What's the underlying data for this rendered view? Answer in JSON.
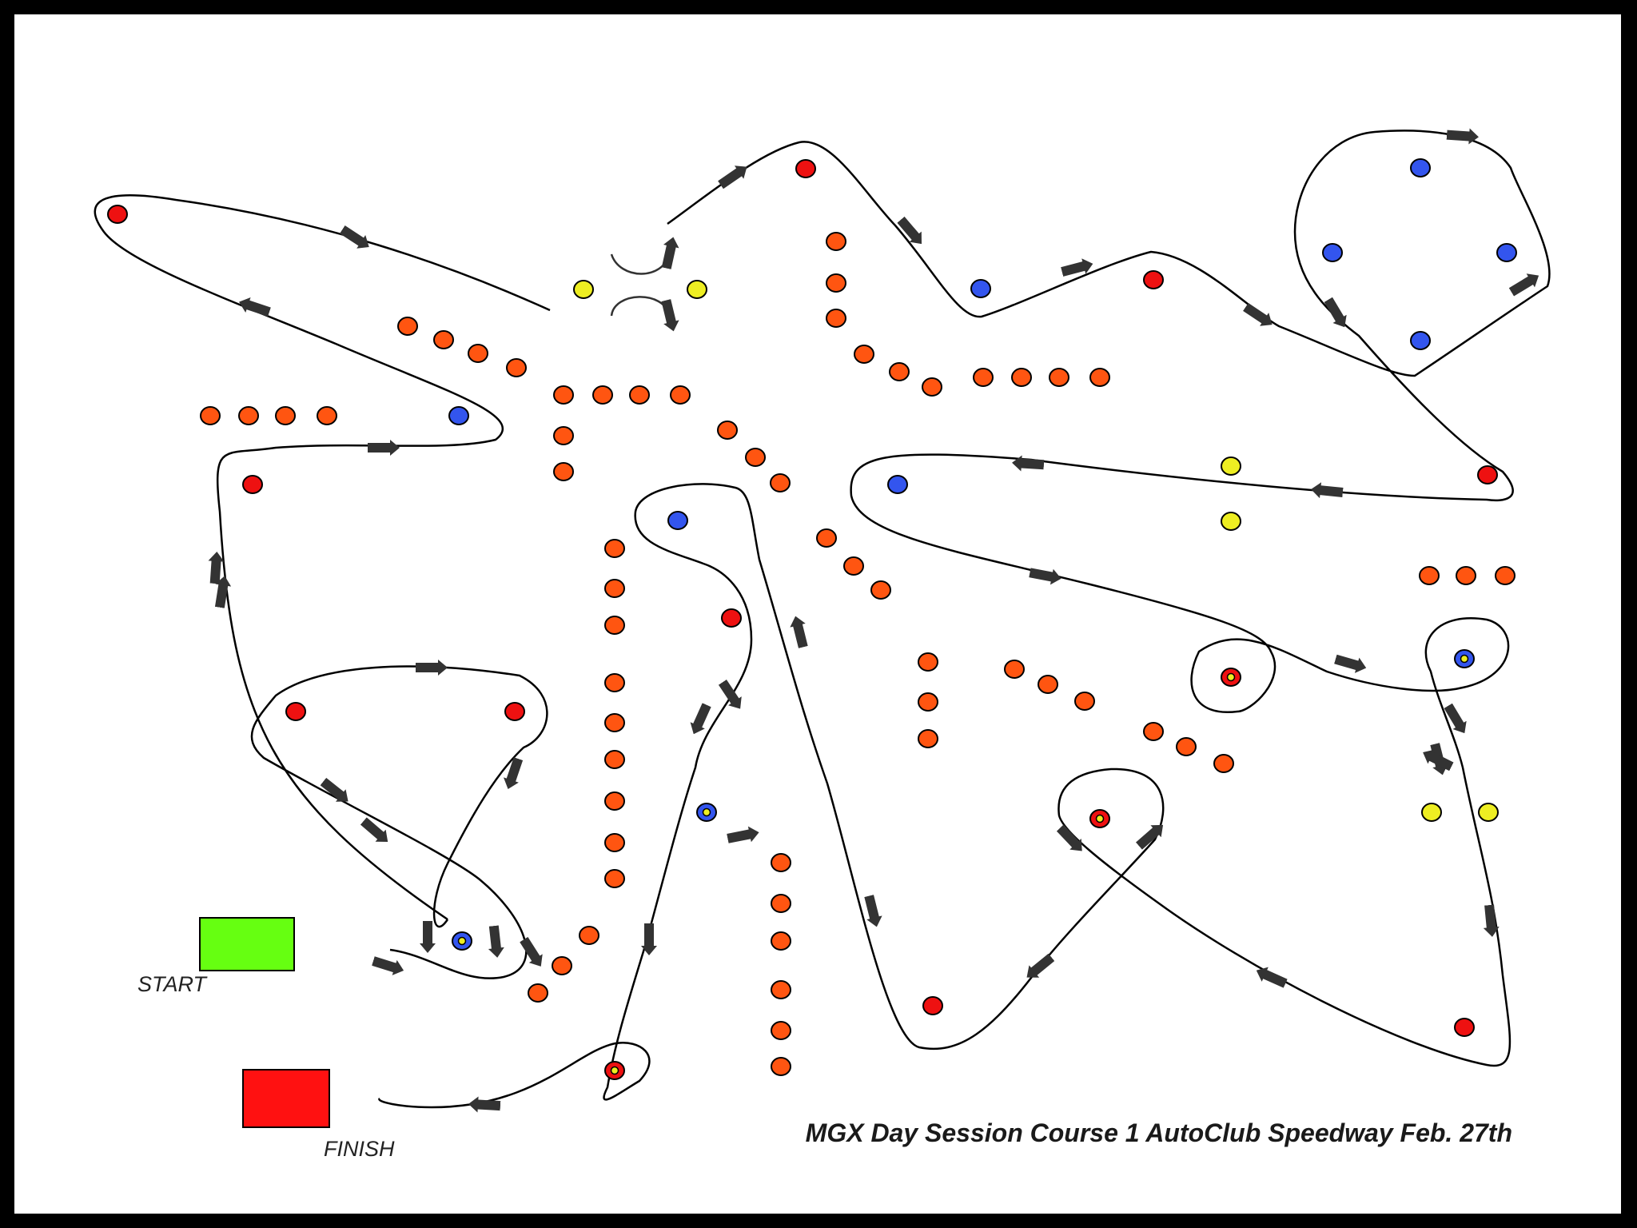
{
  "title": "MGX Day Session Course 1 AutoClub Speedway Feb. 27th",
  "start": {
    "label": "START",
    "color": "#66ff11"
  },
  "finish": {
    "label": "FINISH",
    "color": "#ff1111"
  },
  "colors": {
    "orange": "#ff5511",
    "red": "#ee1111",
    "blue": "#3355ee",
    "yellow": "#eeee22",
    "target": "#eeee22",
    "path": "#000000",
    "arrow": "#333333",
    "paper": "#ffffff"
  },
  "legend_icons": [
    "cone-icon",
    "pivot-cone-icon",
    "direction-arrow-icon"
  ]
}
